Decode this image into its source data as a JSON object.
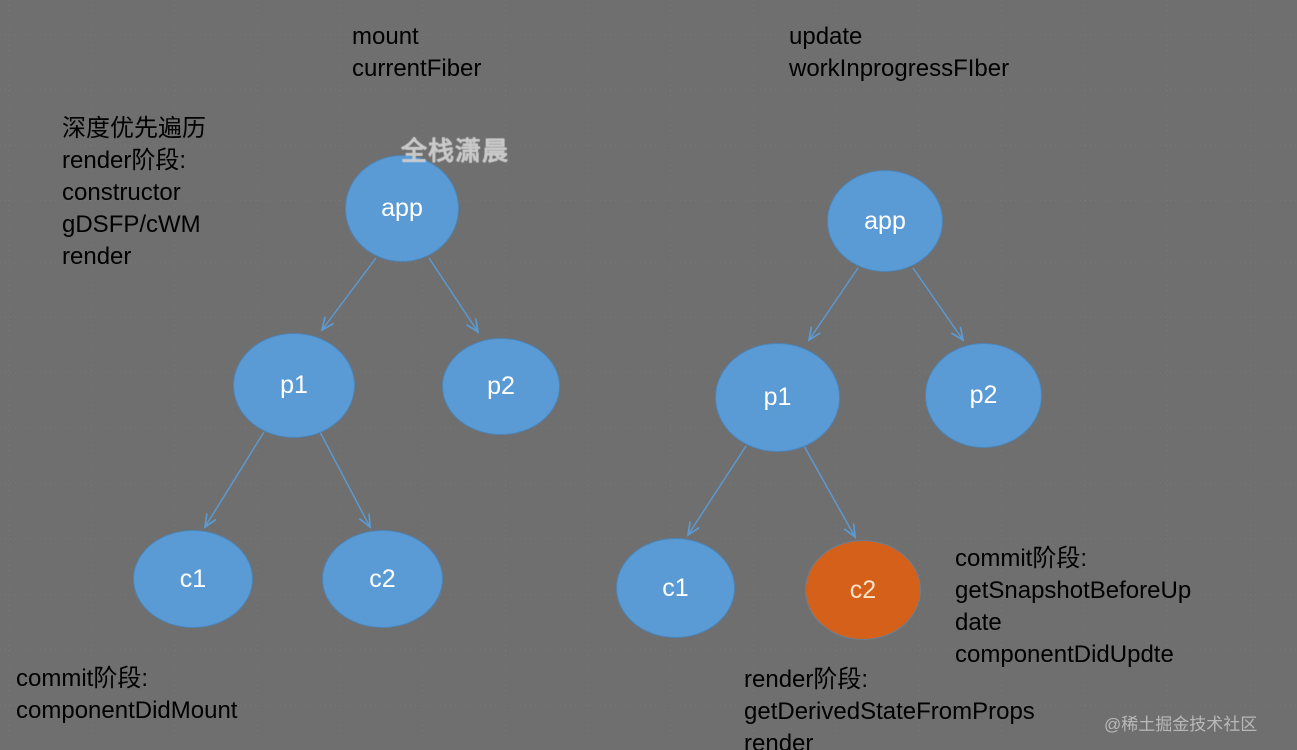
{
  "diagram": {
    "title_left": "mount\ncurrentFiber",
    "title_right": "update\nworkInprogressFIber",
    "left_phase_note": "深度优先遍历\nrender阶段:\nconstructor\ngDSFP/cWM\nrender",
    "left_commit_note": "commit阶段:\ncomponentDidMount",
    "right_commit_note": "commit阶段:\ngetSnapshotBeforeUp\ndate\ncomponentDidUpdte",
    "right_render_note": "render阶段:\ngetDerivedStateFromProps\nrender",
    "watermark_center": "全栈潇晨",
    "watermark_corner": "@稀土掘金技术社区",
    "colors": {
      "node_blue": "#5b9bd5",
      "node_orange": "#d4601a",
      "edge_blue": "#5b9bd5",
      "text_black": "#000000"
    },
    "trees": {
      "left": {
        "name": "mount-tree",
        "nodes": [
          {
            "id": "app",
            "label": "app",
            "color": "blue"
          },
          {
            "id": "p1",
            "label": "p1",
            "color": "blue"
          },
          {
            "id": "p2",
            "label": "p2",
            "color": "blue"
          },
          {
            "id": "c1",
            "label": "c1",
            "color": "blue"
          },
          {
            "id": "c2",
            "label": "c2",
            "color": "blue"
          }
        ],
        "edges": [
          {
            "from": "app",
            "to": "p1"
          },
          {
            "from": "app",
            "to": "p2"
          },
          {
            "from": "p1",
            "to": "c1"
          },
          {
            "from": "p1",
            "to": "c2"
          }
        ]
      },
      "right": {
        "name": "update-tree",
        "nodes": [
          {
            "id": "app",
            "label": "app",
            "color": "blue"
          },
          {
            "id": "p1",
            "label": "p1",
            "color": "blue"
          },
          {
            "id": "p2",
            "label": "p2",
            "color": "blue"
          },
          {
            "id": "c1",
            "label": "c1",
            "color": "blue"
          },
          {
            "id": "c2",
            "label": "c2",
            "color": "orange"
          }
        ],
        "edges": [
          {
            "from": "app",
            "to": "p1"
          },
          {
            "from": "app",
            "to": "p2"
          },
          {
            "from": "p1",
            "to": "c1"
          },
          {
            "from": "p1",
            "to": "c2"
          }
        ]
      }
    }
  }
}
